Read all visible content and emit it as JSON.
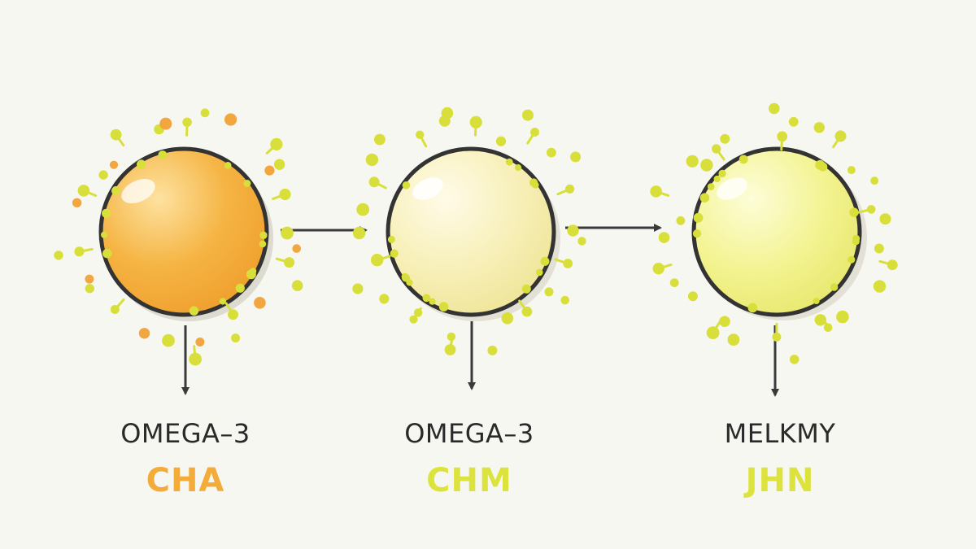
{
  "colors": {
    "background": "#f7f7f2",
    "particle_yellow": "#d9df3a",
    "particle_orange": "#f2a640",
    "outline": "#333333",
    "arrow": "#3a3a3a"
  },
  "nodes": [
    {
      "id": "n1",
      "top_label": "OMEGA–3",
      "bottom_label": "CHA",
      "fill": "#f5b443",
      "fill_light": "#fcd98a",
      "label_color": "#f3ab3a",
      "icon": "orange-sphere-icon"
    },
    {
      "id": "n2",
      "top_label": "OMEGA–3",
      "bottom_label": "CHM",
      "fill": "#f7efb1",
      "fill_light": "#fdf9de",
      "label_color": "#dde33d",
      "icon": "pale-yellow-sphere-icon"
    },
    {
      "id": "n3",
      "top_label": "MELKMY",
      "bottom_label": "JHN",
      "fill": "#f1f18a",
      "fill_light": "#fbfbcc",
      "label_color": "#dde33d",
      "icon": "yellow-sphere-icon"
    }
  ]
}
